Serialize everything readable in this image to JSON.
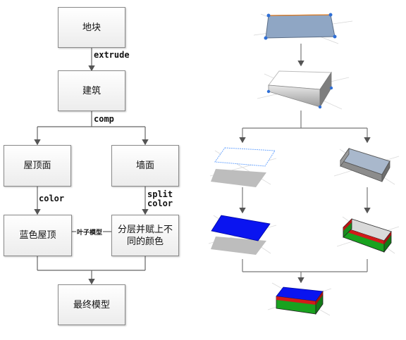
{
  "flow": {
    "lot": "地块",
    "building": "建筑",
    "roof": "屋顶面",
    "wall": "墙面",
    "blue_roof": "蓝色屋顶",
    "wall_colors": "分层并赋上不同的颜色",
    "final": "最终模型"
  },
  "edges": {
    "extrude": "extrude",
    "comp": "comp",
    "color": "color",
    "split": "split",
    "split_color": "color",
    "leaf": "叶子模型"
  },
  "colors": {
    "lot_face": "#8fa6c4",
    "vertex": "#2f6fd6",
    "roof_blue": "#0a14f0",
    "wall_red": "#d21a1a",
    "wall_green": "#19a21f",
    "shadow_grey": "#b8b8b8"
  }
}
